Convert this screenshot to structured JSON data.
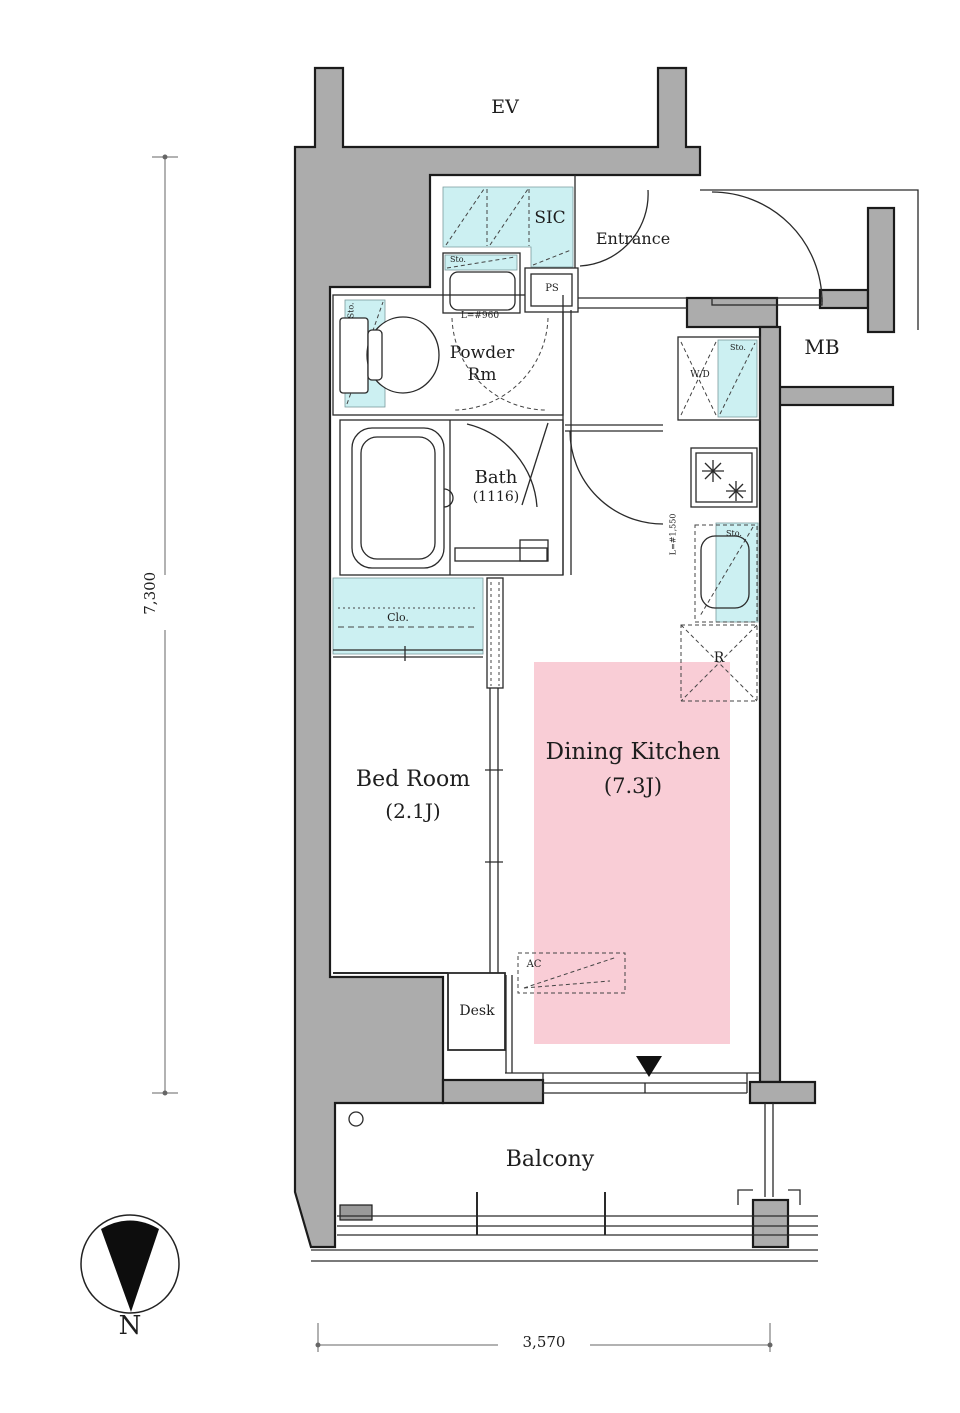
{
  "plan": {
    "labels": {
      "ev": "EV",
      "sic": "SIC",
      "entrance": "Entrance",
      "ps": "PS",
      "powder_line1": "Powder",
      "powder_line2": "Rm",
      "sto": "Sto.",
      "vanity_length": "L=#960",
      "wd": "W/D",
      "mb": "MB",
      "bath": "Bath",
      "bath_size": "(1116)",
      "kitchen_length": "L=#1,550",
      "clo": "Clo.",
      "refrigerator": "R",
      "bedroom": "Bed Room",
      "bedroom_size": "(2.1J)",
      "dining_kitchen": "Dining Kitchen",
      "dining_kitchen_size": "(7.3J)",
      "desk": "Desk",
      "ac": "AC",
      "balcony": "Balcony"
    },
    "dimensions": {
      "height": "7,300",
      "width": "3,570"
    },
    "compass": {
      "north": "N"
    },
    "colors": {
      "wall": "#acacac",
      "storage_fill": "#ccf0f2",
      "dk_highlight": "#f9cdd6",
      "line": "#222222"
    }
  }
}
